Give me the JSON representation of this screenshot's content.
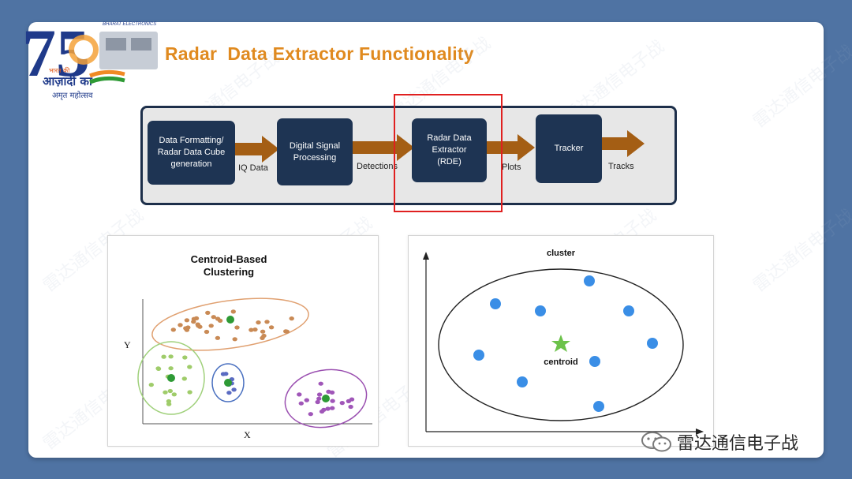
{
  "slide": {
    "title": "Radar  Data Extractor Functionality",
    "logo": {
      "number": "75",
      "small_text": "भारत की",
      "main_text": "आज़ादी का",
      "sub_text": "अमृत महोत्सव",
      "org_text": "BHARAT ELECTRONICS"
    }
  },
  "flow": {
    "stages": [
      {
        "label": "Data Formatting/\nRadar Data Cube\ngeneration"
      },
      {
        "label": "Digital Signal\nProcessing"
      },
      {
        "label": "Radar Data\nExtractor\n(RDE)"
      },
      {
        "label": "Tracker"
      }
    ],
    "connectors": [
      "IQ Data",
      "Detections",
      "Plots",
      "Tracks"
    ],
    "highlight_color": "#e02020",
    "stage_color": "#1e3453",
    "arrow_color": "#a45e14"
  },
  "left_figure": {
    "title_line1": "Centroid-Based",
    "title_line2": "Clustering",
    "y_axis_label": "Y",
    "x_axis_label": "X",
    "cluster_colors": [
      "#c98a55",
      "#9fcc6a",
      "#5a6bc2",
      "#a056b8"
    ],
    "centroid_color": "#2e9a35"
  },
  "right_figure": {
    "cluster_label": "cluster",
    "centroid_label": "centroid",
    "point_color": "#3a8ee6",
    "centroid_color": "#6cc24a"
  },
  "watermark": {
    "text": "雷达通信电子战"
  },
  "footer": {
    "brand_icon": "wechat-icon",
    "brand_text": "雷达通信电子战"
  }
}
